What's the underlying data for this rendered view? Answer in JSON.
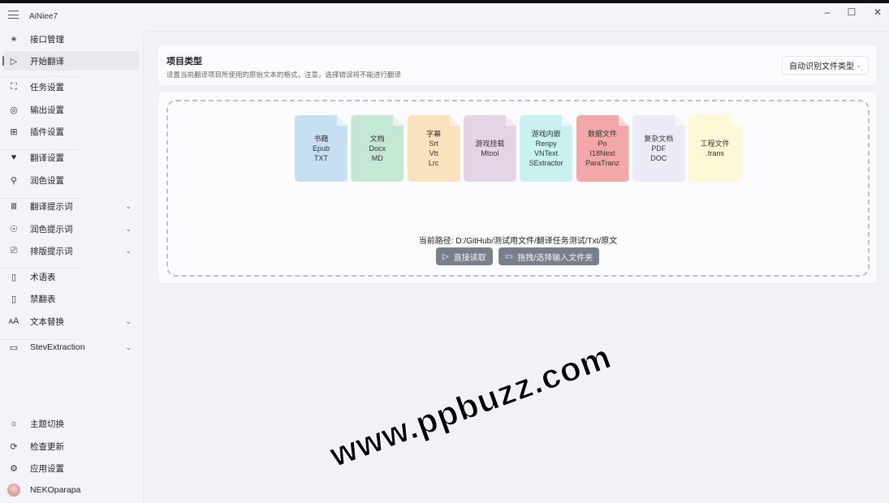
{
  "app": {
    "title": "AiNiee7",
    "minimize": "–",
    "maximize": "☐",
    "close": "✕"
  },
  "sidebar": {
    "items": [
      {
        "label": "接口管理",
        "icon": "network-icon",
        "glyph": "⚹"
      },
      {
        "label": "开始翻译",
        "icon": "play-icon",
        "glyph": "▷",
        "selected": true
      },
      {
        "label": "任务设置",
        "icon": "task-icon",
        "glyph": "⛶"
      },
      {
        "label": "输出设置",
        "icon": "output-icon",
        "glyph": "◎"
      },
      {
        "label": "插件设置",
        "icon": "plugin-icon",
        "glyph": "⊞"
      },
      {
        "label": "翻译设置",
        "icon": "heart-box-icon",
        "glyph": "♥"
      },
      {
        "label": "润色设置",
        "icon": "brush-icon",
        "glyph": "⚲"
      },
      {
        "label": "翻译提示词",
        "icon": "library-icon",
        "glyph": "Ⅲ",
        "chev": "⌄"
      },
      {
        "label": "润色提示词",
        "icon": "palette-icon",
        "glyph": "☉",
        "chev": "⌄"
      },
      {
        "label": "排版提示词",
        "icon": "layout-icon",
        "glyph": "⎚",
        "chev": "⌄"
      },
      {
        "label": "术语表",
        "icon": "book-icon",
        "glyph": "▯"
      },
      {
        "label": "禁翻表",
        "icon": "notebook-icon",
        "glyph": "▯"
      },
      {
        "label": "文本替换",
        "icon": "font-icon",
        "glyph": "ᴀA",
        "chev": "⌄"
      },
      {
        "label": "StevExtraction",
        "icon": "folder-icon",
        "glyph": "▭",
        "chev": "⌄"
      }
    ],
    "bottom": [
      {
        "label": "主题切换",
        "icon": "brightness-icon",
        "glyph": "☼"
      },
      {
        "label": "检查更新",
        "icon": "update-icon",
        "glyph": "⟳"
      },
      {
        "label": "应用设置",
        "icon": "gear-icon",
        "glyph": "⚙"
      },
      {
        "label": "NEKOparapa",
        "icon": "avatar"
      }
    ]
  },
  "project": {
    "title": "项目类型",
    "desc": "设置当前翻译项目所使用的原始文本的格式，注意，选择错误将不能进行翻译",
    "dropdown": "自动识别文件类型"
  },
  "files": [
    {
      "lines": [
        "书籍",
        "Epub",
        "TXT"
      ],
      "color": "#c6dff3"
    },
    {
      "lines": [
        "文档",
        "Docx",
        "MD"
      ],
      "color": "#c5e8d4"
    },
    {
      "lines": [
        "字幕",
        "Srt",
        "Vtt",
        "Lrc"
      ],
      "color": "#fbe2be"
    },
    {
      "lines": [
        "游戏挂载",
        "Mtool"
      ],
      "color": "#e5d3e6"
    },
    {
      "lines": [
        "游戏内嵌",
        "Renpy",
        "VNText",
        "SExtractor"
      ],
      "color": "#c9f1ef"
    },
    {
      "lines": [
        "数据文件",
        "Po",
        "I18Next",
        "ParaTranz"
      ],
      "color": "#f2a8a8"
    },
    {
      "lines": [
        "复杂文档",
        "PDF",
        "DOC"
      ],
      "color": "#eceaf7"
    },
    {
      "lines": [
        "工程文件",
        ".trans"
      ],
      "color": "#fdf8d5"
    }
  ],
  "drop": {
    "path": "当前路径: D:/GitHub/测试用文件/翻译任务测试/Txt/原文",
    "read_button": "直接读取",
    "select_button": "拖拽/选择输入文件夹"
  },
  "watermark": "www.ppbuzz.com"
}
